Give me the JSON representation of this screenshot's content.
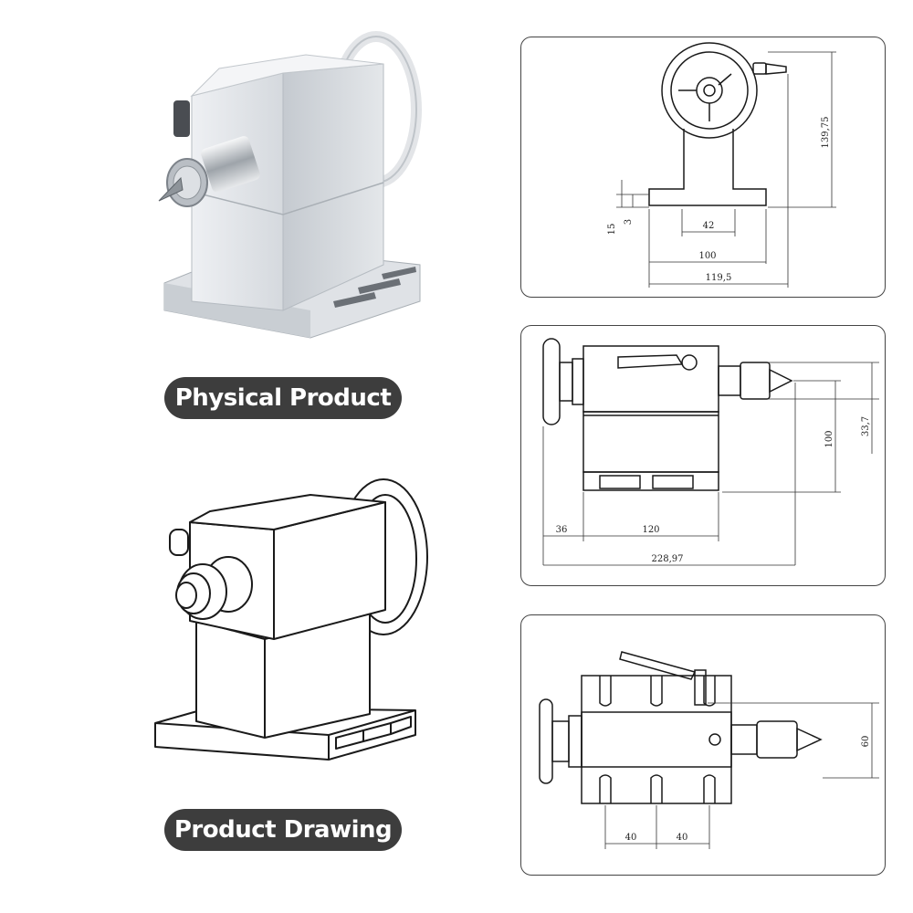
{
  "labels": {
    "physical": "Physical Product",
    "drawing": "Product Drawing"
  },
  "front_view": {
    "d_height": "139,75",
    "d_15": "15",
    "d_3": "3",
    "d_42": "42",
    "d_100": "100",
    "d_119": "119,5"
  },
  "side_view": {
    "d_100": "100",
    "d_337": "33,7",
    "d_36": "36",
    "d_120": "120",
    "d_22897": "228,97"
  },
  "top_view": {
    "d_60": "60",
    "d_40a": "40",
    "d_40b": "40"
  },
  "colors": {
    "pill_bg": "#3d3d3d",
    "metal": "#d7dbe0",
    "line": "#1a1a1a"
  }
}
